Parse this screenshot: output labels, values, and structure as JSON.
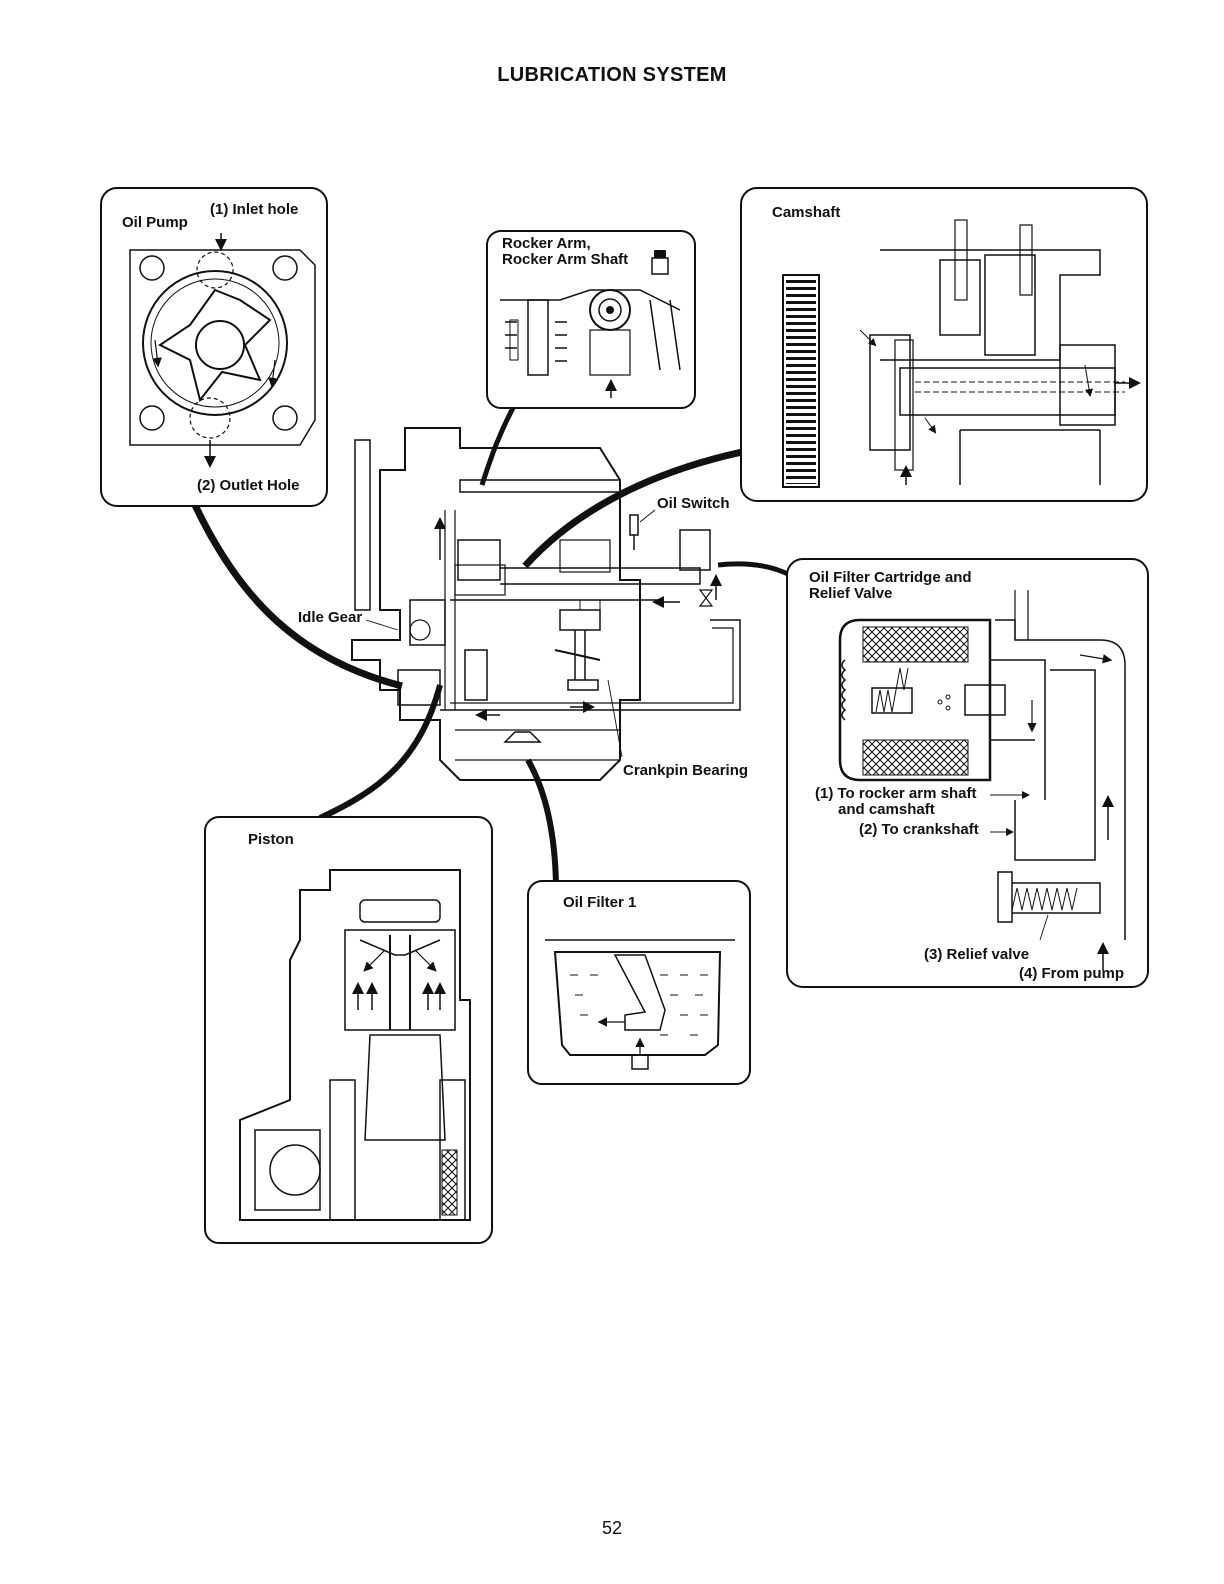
{
  "page": {
    "title": "LUBRICATION SYSTEM",
    "page_number": "52"
  },
  "oil_pump": {
    "title": "Oil Pump",
    "inlet": "(1) Inlet hole",
    "outlet": "(2) Outlet Hole"
  },
  "rocker": {
    "title_line1": "Rocker Arm,",
    "title_line2": "Rocker Arm Shaft"
  },
  "camshaft": {
    "title": "Camshaft"
  },
  "engine": {
    "oil_switch": "Oil Switch",
    "idle_gear": "Idle Gear",
    "crankpin": "Crankpin Bearing"
  },
  "filter_cartridge": {
    "title_line1": "Oil Filter Cartridge and",
    "title_line2": "Relief Valve",
    "to_rocker_line1": "(1) To rocker arm shaft",
    "to_rocker_line2": "and camshaft",
    "to_crank": "(2) To crankshaft",
    "relief": "(3) Relief valve",
    "from_pump": "(4) From pump"
  },
  "piston": {
    "title": "Piston"
  },
  "oil_filter1": {
    "title": "Oil Filter 1"
  }
}
